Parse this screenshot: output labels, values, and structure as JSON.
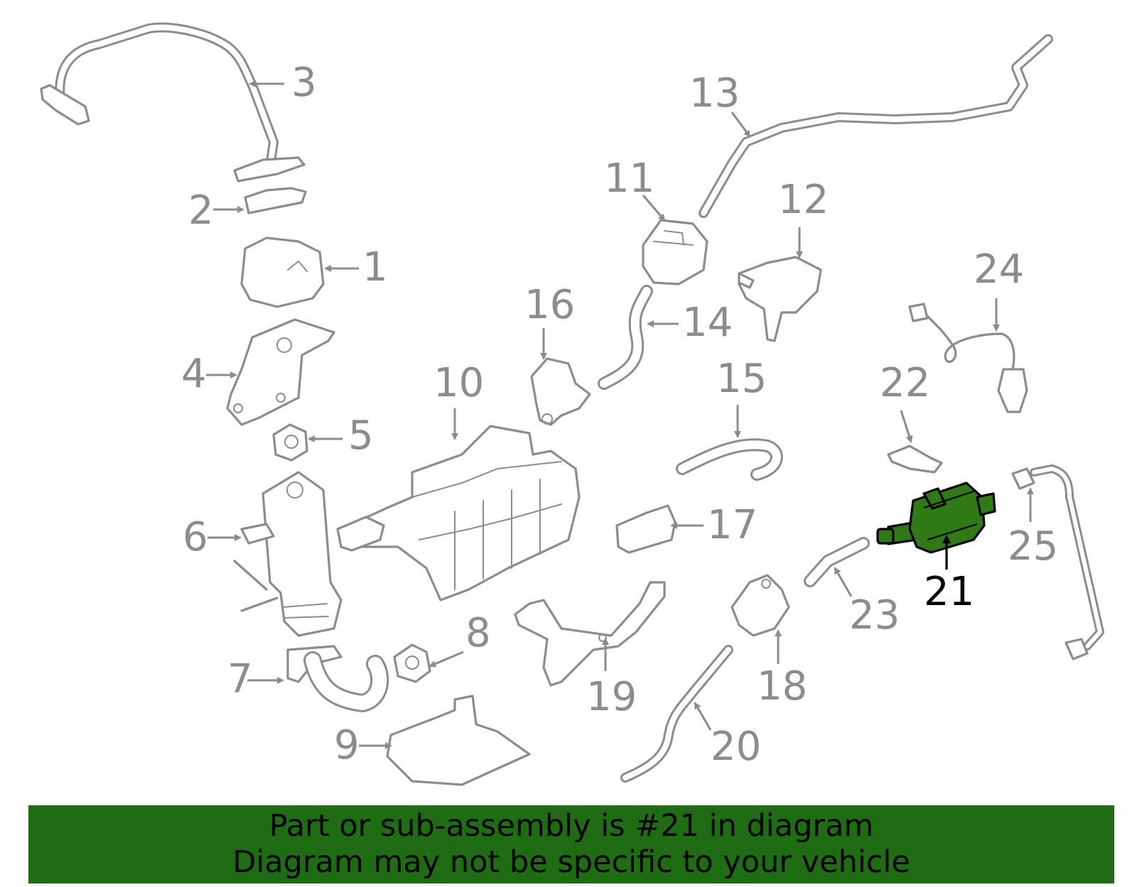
{
  "diagram": {
    "callouts": [
      "1",
      "2",
      "3",
      "4",
      "5",
      "6",
      "7",
      "8",
      "9",
      "10",
      "11",
      "12",
      "13",
      "14",
      "15",
      "16",
      "17",
      "18",
      "19",
      "20",
      "21",
      "22",
      "23",
      "24",
      "25"
    ],
    "highlighted_part": "21",
    "colors": {
      "line": "#8c8c8c",
      "highlight_fill": "#2f7a14",
      "highlight_stroke": "#000000",
      "banner_background": "#1f6d12",
      "banner_text": "#000000"
    }
  },
  "banner": {
    "line1": "Part or sub-assembly is #21 in diagram",
    "line2": "Diagram may not be specific to your vehicle"
  }
}
